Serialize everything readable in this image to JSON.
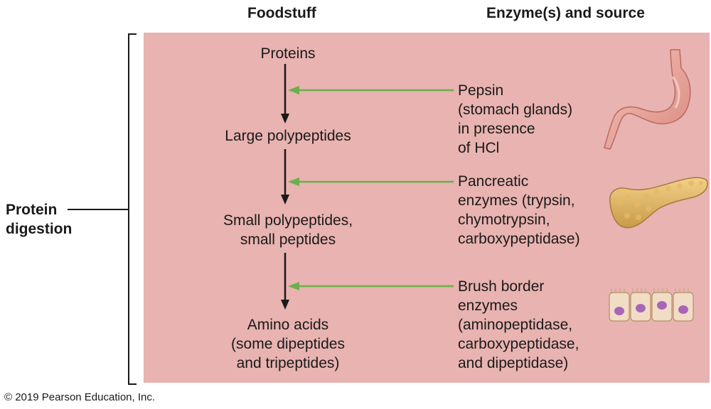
{
  "headers": {
    "foodstuff": "Foodstuff",
    "enzymes": "Enzyme(s) and source"
  },
  "side_label": "Protein\ndigestion",
  "foodstuffs": [
    "Proteins",
    "Large polypeptides",
    "Small polypeptides,\nsmall peptides",
    "Amino acids\n(some dipeptides\nand tripeptides)"
  ],
  "enzymes": [
    {
      "text": "Pepsin\n(stomach glands)\nin presence\nof HCl",
      "organ": "stomach-icon"
    },
    {
      "text": "Pancreatic\nenzymes (trypsin,\nchymotrypsin,\ncarboxypeptidase)",
      "organ": "pancreas-icon"
    },
    {
      "text": "Brush border\nenzymes\n(aminopeptidase,\ncarboxypeptidase,\nand dipeptidase)",
      "organ": "brush-border-cells-icon"
    }
  ],
  "colors": {
    "panel": "#e8b3b0",
    "enzyme_arrow": "#6ab04c",
    "flow_arrow": "#1a1a1a"
  },
  "copyright": "© 2019 Pearson Education, Inc."
}
